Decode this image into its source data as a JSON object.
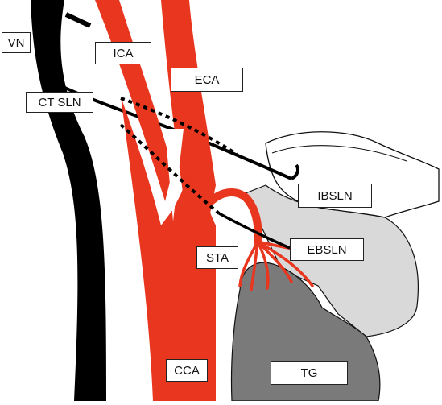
{
  "diagram": {
    "colors": {
      "artery": "#e8361f",
      "nerve": "#000000",
      "thyroid_cartilage_outline": "#111111",
      "cricoid_fill": "#d9d9d9",
      "thyroid_gland_fill": "#7a7a7a",
      "label_border": "#222222"
    },
    "labels": {
      "vn": "VN",
      "ica": "ICA",
      "eca": "ECA",
      "ct_sln": "CT SLN",
      "ibsln": "IBSLN",
      "ebsln": "EBSLN",
      "sta": "STA",
      "cca": "CCA",
      "tg": "TG"
    }
  }
}
